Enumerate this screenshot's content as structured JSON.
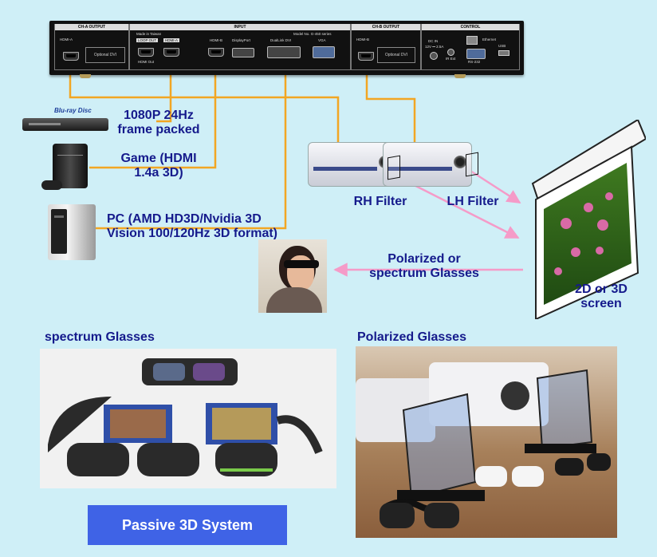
{
  "panel": {
    "ch_a_title": "CH-A OUTPUT",
    "input_title": "INPUT",
    "ch_b_title": "CH-B OUTPUT",
    "control_title": "CONTROL",
    "made_in": "Made in Taiwan",
    "model": "Model No. G-450 series",
    "hdmi_a_out": "HDMI-A",
    "optional_dvi_a": "Optional DVI",
    "loop_out": "LOOP OUT",
    "hdmi_a_in": "HDMI-A",
    "hdmi_out": "HDMI Out",
    "hdmi_b_in": "HDMI-B",
    "displayport": "DisplayPort",
    "dual_link_dvi": "DualLink DVI",
    "vga": "VGA",
    "hdmi_b_out": "HDMI-B",
    "optional_dvi_b": "Optional DVI",
    "ethernet": "Ethernet",
    "dc_in": "DC IN",
    "dc_spec": "12V ⎓ 2.5A",
    "ir_ext": "IR Ext",
    "rs232": "RS-232",
    "usb": "USB"
  },
  "sources": {
    "bluray_label": "1080P 24Hz\nframe packed",
    "game_label": "Game (HDMI\n1.4a 3D)",
    "pc_label": "PC (AMD HD3D/Nvidia 3D\nVision 100/120Hz 3D format)",
    "bluray_logo": "Blu-ray Disc"
  },
  "projection": {
    "rh_filter": "RH Filter",
    "lh_filter": "LH Filter",
    "glasses_label": "Polarized or\nspectrum Glasses",
    "screen_label": "2D or 3D\nscreen"
  },
  "photos": {
    "spectrum_title": "spectrum Glasses",
    "polarized_title": "Polarized Glasses"
  },
  "footer": {
    "system_label": "Passive 3D System"
  },
  "colors": {
    "background": "#cfeff7",
    "wire": "#f2a623",
    "arrow": "#f59bc8",
    "label": "#151a8c",
    "button": "#3f63e6"
  }
}
